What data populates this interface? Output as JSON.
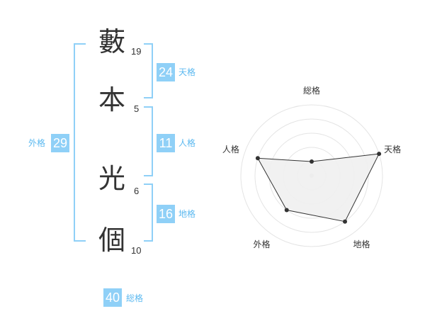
{
  "name": {
    "chars": [
      "藪",
      "本",
      "光",
      "個"
    ],
    "strokes": [
      "19",
      "5",
      "6",
      "10"
    ]
  },
  "kaku": {
    "tenkaku": {
      "value": "24",
      "label": "天格"
    },
    "jinkaku": {
      "value": "11",
      "label": "人格"
    },
    "chikaku": {
      "value": "16",
      "label": "地格"
    },
    "gaikaku": {
      "value": "29",
      "label": "外格"
    },
    "soukaku": {
      "value": "40",
      "label": "総格"
    }
  },
  "colors": {
    "accent": "#8fd0f7",
    "accent_text": "#5cb9f0",
    "radar_fill": "#f0f0f0",
    "radar_line": "#333333",
    "grid": "#e4e4e4"
  },
  "chart_data": {
    "type": "radar",
    "axes": [
      "総格",
      "天格",
      "地格",
      "外格",
      "人格"
    ],
    "values": [
      1,
      5,
      4,
      3,
      4
    ],
    "max": 5,
    "rings": 5
  }
}
